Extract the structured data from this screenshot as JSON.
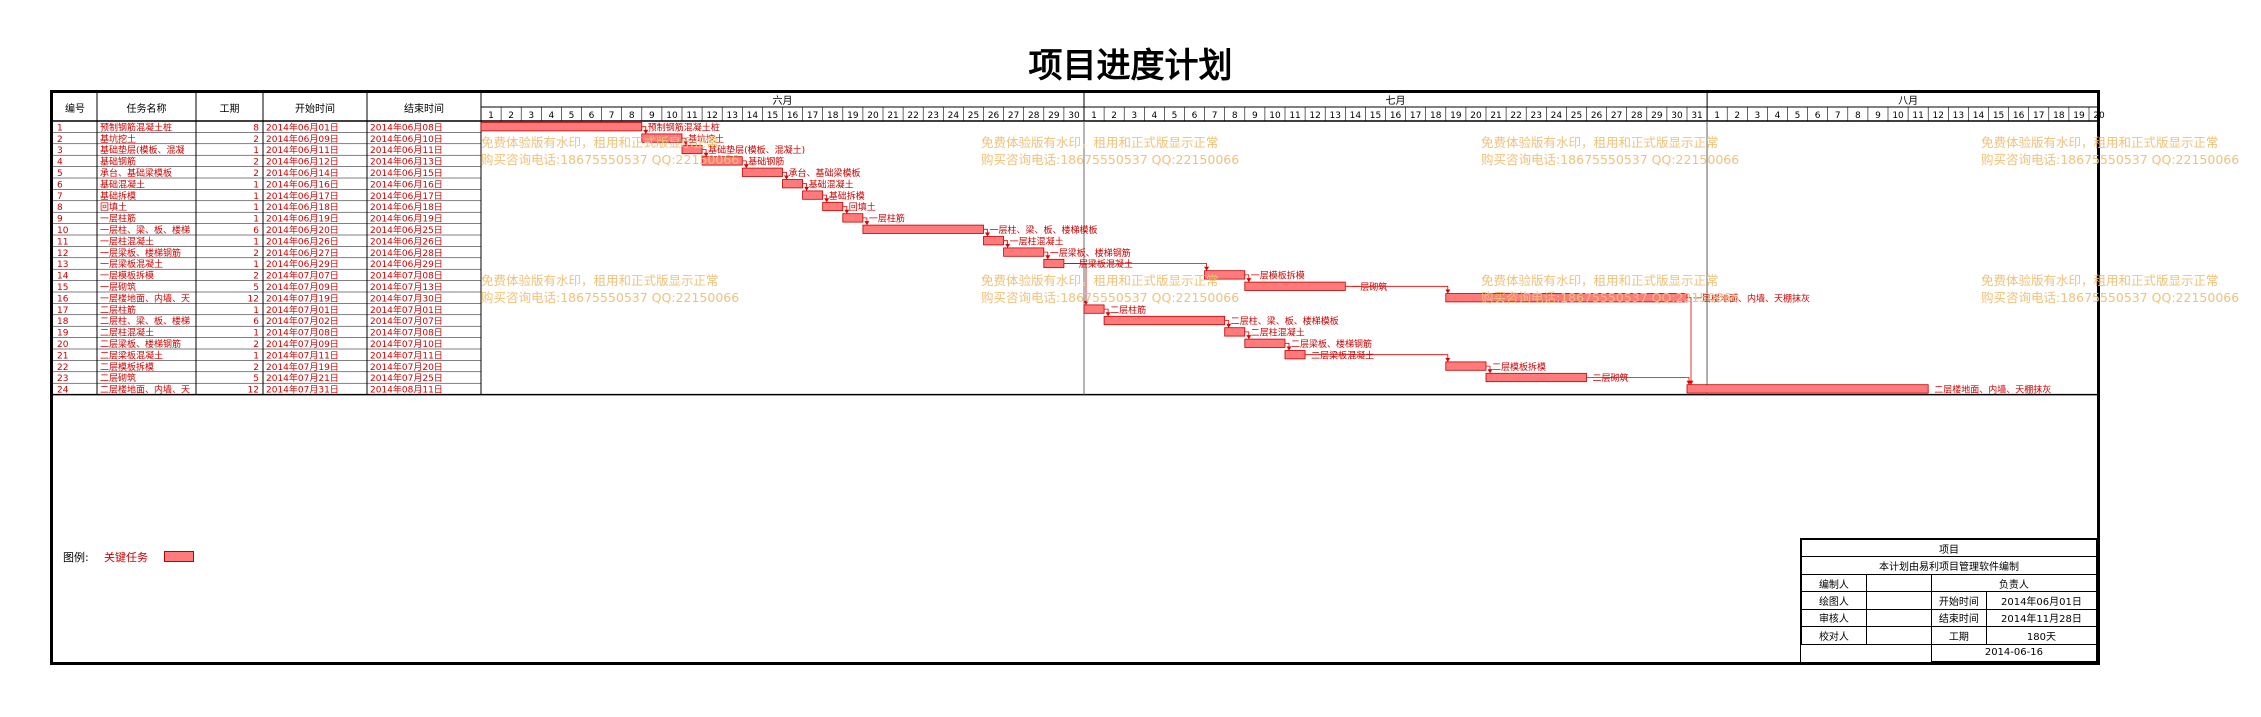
{
  "title": "项目进度计划",
  "columns": [
    "编号",
    "任务名称",
    "工期",
    "开始时间",
    "结束时间"
  ],
  "months": [
    {
      "name": "六月",
      "days": 30
    },
    {
      "name": "七月",
      "days": 31
    },
    {
      "name": "八月",
      "days": 20
    }
  ],
  "watermark": {
    "line1": "免费体验版有水印，租用和正式版显示正常",
    "line2": "购买咨询电话:18675550537 QQ:22150066"
  },
  "legend": {
    "label": "图例:",
    "name": "关键任务"
  },
  "colors": {
    "bar_fill": "#ff7a7a",
    "bar_stroke": "#c00000",
    "text_red": "#d00000",
    "watermark": "#f0c27a",
    "link": "#e00000"
  },
  "info": {
    "project_label": "项目",
    "compiled_note": "本计划由易利项目管理软件编制",
    "editor_label": "编制人",
    "owner_label": "负责人",
    "drawer_label": "绘图人",
    "start_label": "开始时间",
    "start_value": "2014年06月01日",
    "reviewer_label": "审核人",
    "end_label": "结束时间",
    "end_value": "2014年11月28日",
    "checker_label": "校对人",
    "duration_label": "工期",
    "duration_value": "180天",
    "date": "2014-06-16"
  },
  "chart_data": {
    "type": "gantt",
    "title": "项目进度计划",
    "x_range": [
      "2014-06-01",
      "2014-08-20"
    ],
    "tasks": [
      {
        "id": "1",
        "name": "预制钢筋混凝土桩",
        "duration": 8,
        "start": "2014年06月01日",
        "end": "2014年06月08日"
      },
      {
        "id": "2",
        "name": "基坑挖土",
        "duration": 2,
        "start": "2014年06月09日",
        "end": "2014年06月10日"
      },
      {
        "id": "3",
        "name": "基础垫层(模板、混凝土)",
        "duration": 1,
        "start": "2014年06月11日",
        "end": "2014年06月11日"
      },
      {
        "id": "4",
        "name": "基础钢筋",
        "duration": 2,
        "start": "2014年06月12日",
        "end": "2014年06月13日"
      },
      {
        "id": "5",
        "name": "承台、基础梁模板",
        "duration": 2,
        "start": "2014年06月14日",
        "end": "2014年06月15日"
      },
      {
        "id": "6",
        "name": "基础混凝土",
        "duration": 1,
        "start": "2014年06月16日",
        "end": "2014年06月16日"
      },
      {
        "id": "7",
        "name": "基础拆模",
        "duration": 1,
        "start": "2014年06月17日",
        "end": "2014年06月17日"
      },
      {
        "id": "8",
        "name": "回填土",
        "duration": 1,
        "start": "2014年06月18日",
        "end": "2014年06月18日"
      },
      {
        "id": "9",
        "name": "一层柱筋",
        "duration": 1,
        "start": "2014年06月19日",
        "end": "2014年06月19日"
      },
      {
        "id": "10",
        "name": "一层柱、梁、板、楼梯模板",
        "duration": 6,
        "start": "2014年06月20日",
        "end": "2014年06月25日"
      },
      {
        "id": "11",
        "name": "一层柱混凝土",
        "duration": 1,
        "start": "2014年06月26日",
        "end": "2014年06月26日"
      },
      {
        "id": "12",
        "name": "一层梁板、楼梯钢筋",
        "duration": 2,
        "start": "2014年06月27日",
        "end": "2014年06月28日"
      },
      {
        "id": "13",
        "name": "一层梁板混凝土",
        "duration": 1,
        "start": "2014年06月29日",
        "end": "2014年06月29日"
      },
      {
        "id": "14",
        "name": "一层模板拆模",
        "duration": 2,
        "start": "2014年07月07日",
        "end": "2014年07月08日"
      },
      {
        "id": "15",
        "name": "一层砌筑",
        "duration": 5,
        "start": "2014年07月09日",
        "end": "2014年07月13日"
      },
      {
        "id": "16",
        "name": "一层楼地面、内墙、天棚抹灰",
        "duration": 12,
        "start": "2014年07月19日",
        "end": "2014年07月30日"
      },
      {
        "id": "17",
        "name": "二层柱筋",
        "duration": 1,
        "start": "2014年07月01日",
        "end": "2014年07月01日"
      },
      {
        "id": "18",
        "name": "二层柱、梁、板、楼梯模板",
        "duration": 6,
        "start": "2014年07月02日",
        "end": "2014年07月07日"
      },
      {
        "id": "19",
        "name": "二层柱混凝土",
        "duration": 1,
        "start": "2014年07月08日",
        "end": "2014年07月08日"
      },
      {
        "id": "20",
        "name": "二层梁板、楼梯钢筋",
        "duration": 2,
        "start": "2014年07月09日",
        "end": "2014年07月10日"
      },
      {
        "id": "21",
        "name": "二层梁板混凝土",
        "duration": 1,
        "start": "2014年07月11日",
        "end": "2014年07月11日"
      },
      {
        "id": "22",
        "name": "二层模板拆模",
        "duration": 2,
        "start": "2014年07月19日",
        "end": "2014年07月20日"
      },
      {
        "id": "23",
        "name": "二层砌筑",
        "duration": 5,
        "start": "2014年07月21日",
        "end": "2014年07月25日"
      },
      {
        "id": "24",
        "name": "二层楼地面、内墙、天棚抹灰",
        "duration": 12,
        "start": "2014年07月31日",
        "end": "2014年08月11日"
      }
    ]
  }
}
